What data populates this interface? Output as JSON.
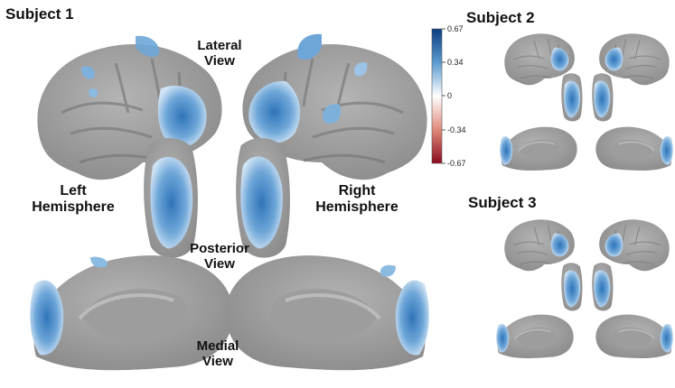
{
  "subjects": [
    {
      "label": "Subject 1"
    },
    {
      "label": "Subject 2"
    },
    {
      "label": "Subject 3"
    }
  ],
  "views": {
    "lateral": [
      "Lateral",
      "View"
    ],
    "posterior": [
      "Posterior",
      "View"
    ],
    "medial": [
      "Medial",
      "View"
    ]
  },
  "hemispheres": {
    "left": [
      "Left",
      "Hemisphere"
    ],
    "right": [
      "Right",
      "Hemisphere"
    ]
  },
  "colorbar": {
    "ticks": [
      "0.67",
      "0.34",
      "0",
      "-0.34",
      "-0.67"
    ],
    "max": 0.67,
    "min": -0.67,
    "colors": {
      "top": "#0b3d80",
      "upper": "#5b9bd0",
      "mid": "#ffffff",
      "lower": "#e08a7a",
      "bottom": "#8a0a1f"
    }
  },
  "brain": {
    "surface": "#9a9a9a",
    "sulcus": "#7e7e7e",
    "activation": "#4a8cc8",
    "activation_light": "#b9d6ee"
  }
}
